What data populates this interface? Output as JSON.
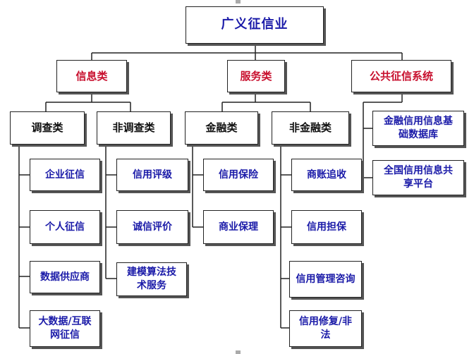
{
  "root": "广义征信业",
  "level1": {
    "info": "信息类",
    "service": "服务类",
    "public": "公共征信系统"
  },
  "level2": {
    "survey": "调查类",
    "nonsurvey": "非调查类",
    "finance": "金融类",
    "nonfinance": "非金融类"
  },
  "survey_items": [
    "企业征信",
    "个人征信",
    "数据供应商",
    "大数据/互联网征信"
  ],
  "nonsurvey_items": [
    "信用评级",
    "诚信评价",
    "建模算法技术服务"
  ],
  "finance_items": [
    "信用保险",
    "商业保理"
  ],
  "nonfinance_items": [
    "商账追收",
    "信用担保",
    "信用管理咨询",
    "信用修复/非法"
  ],
  "public_items": [
    "金融信用信息基础数据库",
    "全国信用信息共享平台"
  ]
}
